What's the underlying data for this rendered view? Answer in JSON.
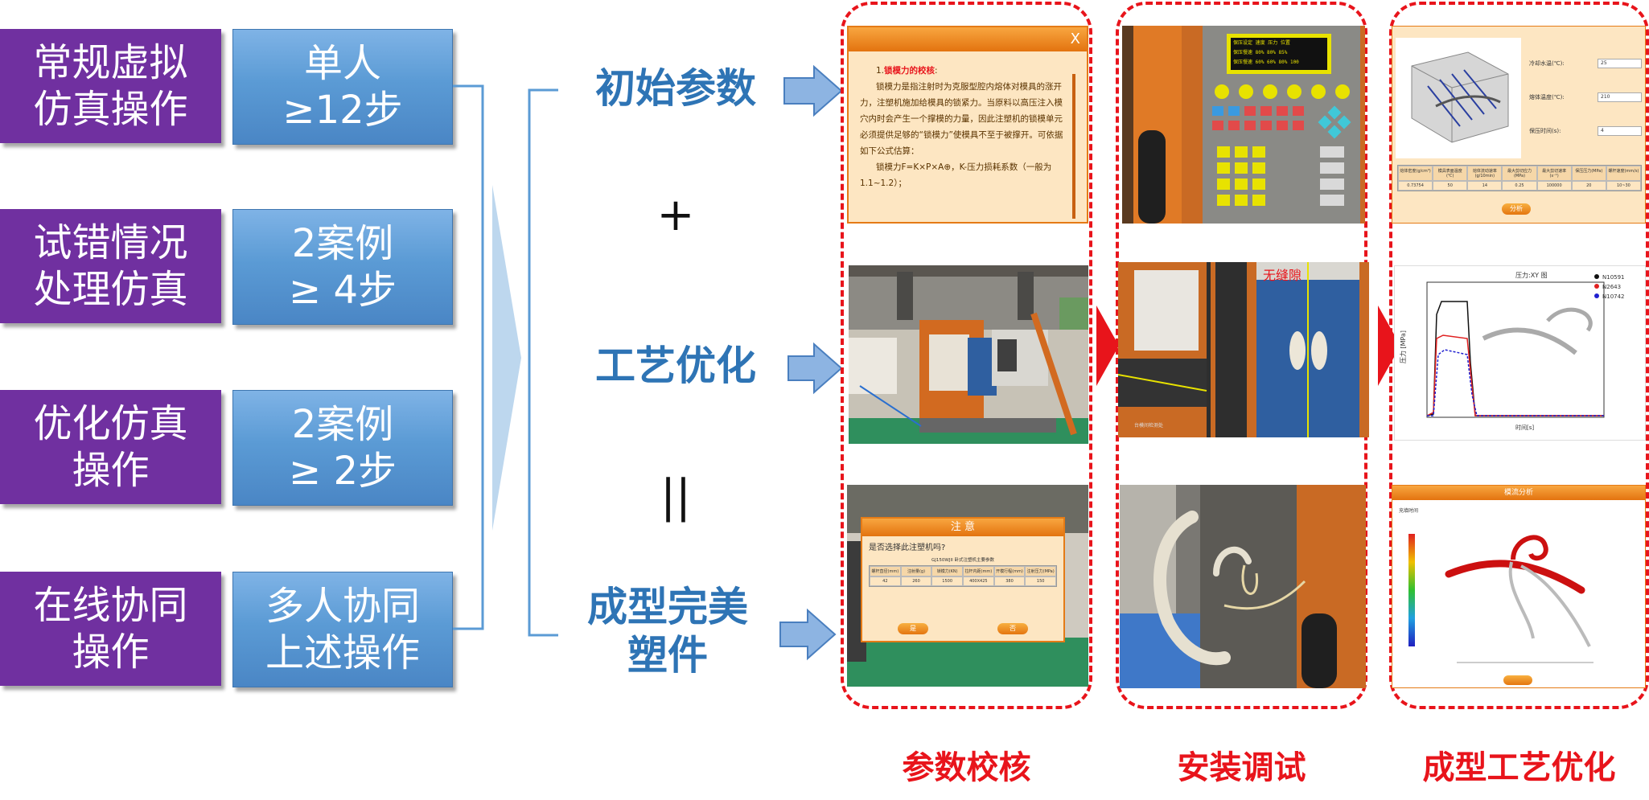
{
  "rows": [
    {
      "mode_lines": [
        "常规虚拟",
        "仿真操作"
      ],
      "req_lines": [
        "单人",
        "≥12步"
      ]
    },
    {
      "mode_lines": [
        "试错情况",
        "处理仿真"
      ],
      "req_lines": [
        "2案例",
        "≥ 4步"
      ]
    },
    {
      "mode_lines": [
        "优化仿真",
        "操作"
      ],
      "req_lines": [
        "2案例",
        "≥ 2步"
      ]
    },
    {
      "mode_lines": [
        "在线协同",
        "操作"
      ],
      "req_lines": [
        "多人协同",
        "上述操作"
      ]
    }
  ],
  "steps": {
    "initial_params": "初始参数",
    "plus": "+",
    "process_opt": "工艺优化",
    "equals": "||",
    "perfect_lines": [
      "成型完美",
      "塑件"
    ]
  },
  "captions": {
    "param_check": "参数校核",
    "install_debug": "安装调试",
    "molding_opt": "成型工艺优化"
  },
  "screens": {
    "dialog1": {
      "close": "X",
      "heading_num": "1.",
      "heading": "锁模力的校核",
      "heading_colon": ":",
      "body": "锁模力是指注射时为克服型腔内熔体对模具的涨开力，注塑机施加给模具的锁紧力。当原料以高压注入模穴内时会产生一个撑模的力量，因此注塑机的锁模单元必须提供足够的“锁模力”使模具不至于被撑开。可依据如下公式估算：",
      "formula": "锁模力F=K×P×A⊕，K-压力损耗系数（一般为1.1~1.2）；"
    },
    "panel": {
      "lcd_lines": [
        "保压设定  速度  压力  位置",
        "保压慢速  80%  80%  85%",
        "保压慢速  60%  60%  80%  100"
      ]
    },
    "dialog2": {
      "title": "注 意",
      "question": "是否选择此注塑机吗?",
      "model": "GJ150WJII 卧式注塑机主要参数",
      "headers": [
        "螺杆直径(mm)",
        "注射量(g)",
        "锁模力(KN)",
        "拉杆内距(mm)",
        "开模行程(mm)",
        "注射压力(MPa)"
      ],
      "values": [
        "42",
        "260",
        "1500",
        "400X425",
        "380",
        "150"
      ],
      "btn_yes": "是",
      "btn_no": "否"
    },
    "gap_label": "无缝隙",
    "gap_note": "台模间检测处",
    "params": {
      "fields": [
        {
          "label": "冷却水温(℃):",
          "value": "25"
        },
        {
          "label": "熔体温度(℃):",
          "value": "210"
        },
        {
          "label": "保压时间(s):",
          "value": "4"
        }
      ],
      "headers": [
        "熔体密度(g/cm³)",
        "模具表面温度(℃)",
        "熔体流动速率(g/10min)",
        "最大剪切应力(MPa)",
        "最大剪切速率(s⁻¹)",
        "保压压力(MPa)",
        "螺杆速度(mm/s)"
      ],
      "values": [
        "0.73754",
        "50",
        "14",
        "0.25",
        "100000",
        "20",
        "10~30"
      ],
      "button": "分析"
    },
    "pressure_chart": {
      "title": "压力:XY 图",
      "xlabel": "时间[s]",
      "ylabel": "压力 [MPa]",
      "legend": [
        "N10591",
        "N2643",
        "N10742"
      ],
      "legend_colors": [
        "#111111",
        "#e02020",
        "#2020d0"
      ]
    },
    "flow": {
      "title": "模流分析",
      "legend_title": "充填时间",
      "button": ""
    }
  }
}
